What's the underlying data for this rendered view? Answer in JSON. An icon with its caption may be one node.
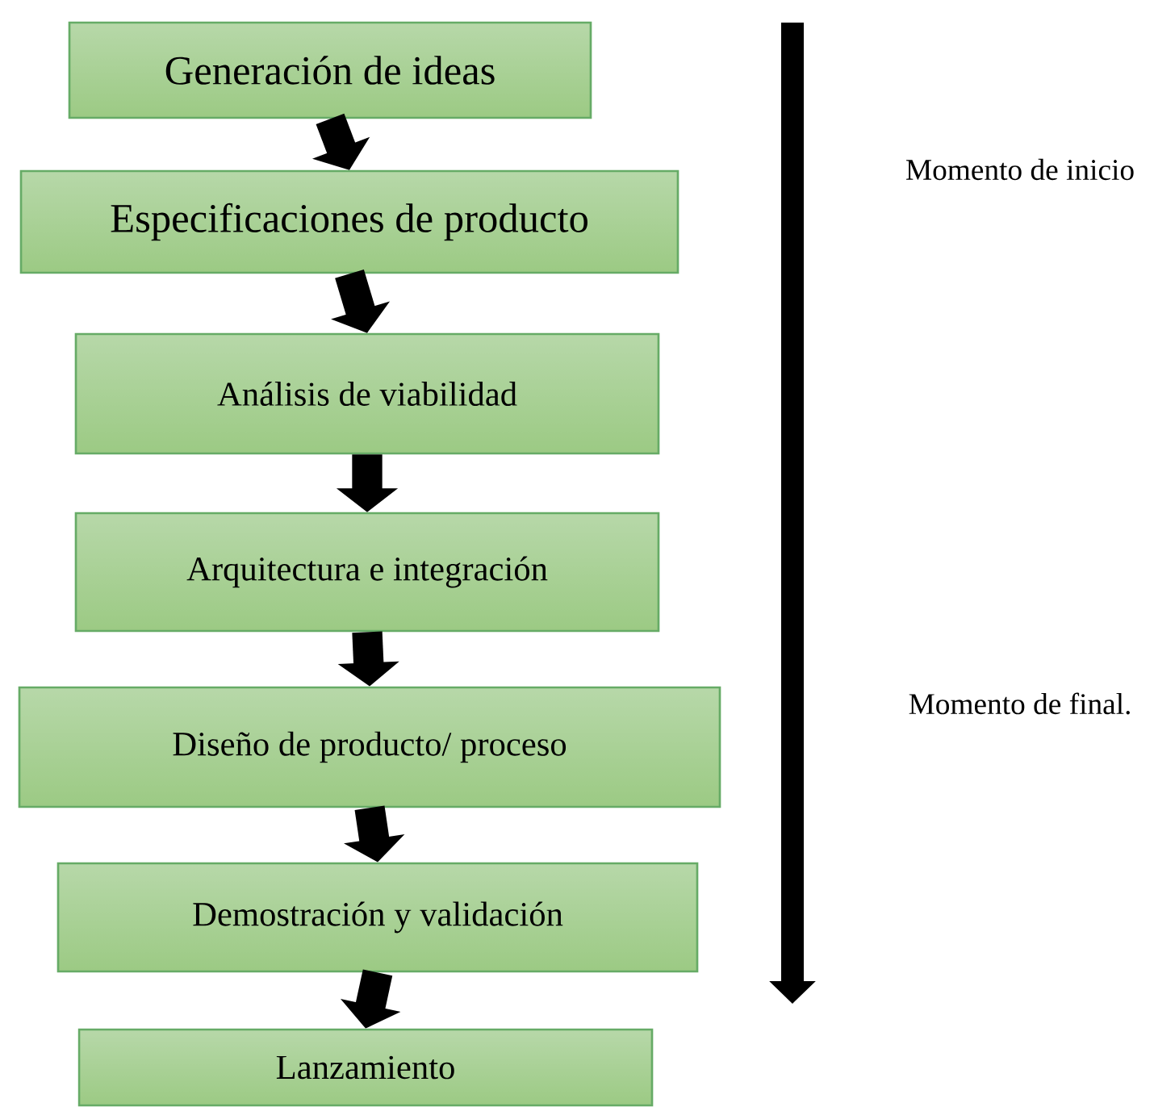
{
  "diagram": {
    "nodes": [
      {
        "text": [
          "Generación de ideas"
        ]
      },
      {
        "text": [
          "Especificaciones de producto"
        ]
      },
      {
        "text": [
          "Análisis de viabilidad"
        ]
      },
      {
        "text": [
          "Arquitectura e integración"
        ]
      },
      {
        "text": [
          "Diseño de producto/ proceso"
        ]
      },
      {
        "text": [
          "Demostración y validación"
        ]
      },
      {
        "text": [
          "Lanzamiento"
        ]
      }
    ],
    "edges": [
      {
        "from": 0,
        "to": 1,
        "arrow": "to"
      },
      {
        "from": 1,
        "to": 2,
        "arrow": "to"
      },
      {
        "from": 2,
        "to": 3,
        "arrow": "to"
      },
      {
        "from": 3,
        "to": 4,
        "arrow": "to"
      },
      {
        "from": 4,
        "to": 5,
        "arrow": "to"
      },
      {
        "from": 5,
        "to": 6,
        "arrow": "to"
      }
    ],
    "labels": [
      "Momento de inicio",
      "Momento de final."
    ]
  }
}
